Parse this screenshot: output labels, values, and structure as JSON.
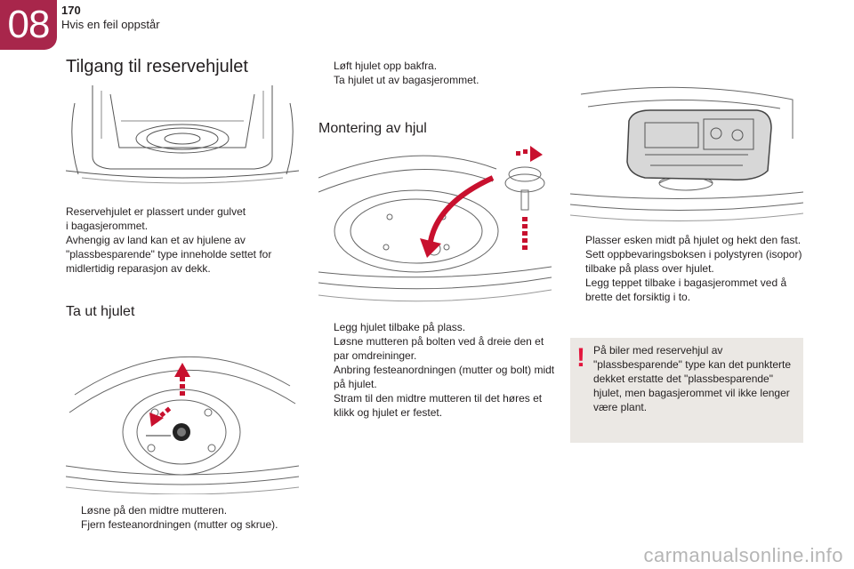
{
  "header": {
    "chapter": "08",
    "page_number": "170",
    "section": "Hvis en feil oppstår"
  },
  "main_title": "Tilgang til reservehjulet",
  "intro": {
    "lines": [
      "Reservehjulet er plassert under gulvet",
      "i bagasjerommet.",
      "Avhengig av land kan et av hjulene av",
      "\"plassbesparende\" type inneholde settet for",
      "midlertidig reparasjon av dekk."
    ]
  },
  "remove": {
    "heading": "Ta ut hjulet",
    "bullets_bottom": [
      "Løsne på den midtre mutteren.",
      "Fjern festeanordningen (mutter og skrue)."
    ],
    "bullets_top": [
      "Løft hjulet opp bakfra.",
      "Ta hjulet ut av bagasjerommet."
    ]
  },
  "mount": {
    "heading": "Montering av hjul",
    "bullets": [
      "Legg hjulet tilbake på plass.",
      "Løsne mutteren på bolten ved å dreie den et par omdreininger.",
      "Anbring festeanordningen (mutter og bolt) midt på hjulet.",
      "Stram til den midtre mutteren til det høres et klikk og hjulet er festet."
    ]
  },
  "final": {
    "bullets": [
      "Plasser esken midt på hjulet og hekt den fast.",
      "Sett oppbevaringsboksen i polystyren (isopor) tilbake på plass over hjulet.",
      "Legg teppet tilbake i bagasjerommet ved å brette det forsiktig i to."
    ]
  },
  "warning": {
    "icon_char": "!",
    "text": "På biler med reservehjul av \"plassbesparende\" type kan det punkterte dekket erstatte det \"plassbesparende\" hjulet, men bagasjerommet vil ikke lenger være plant."
  },
  "bullet_glyph": "",
  "watermark": "carmanualsonline.info",
  "colors": {
    "accent": "#a8264b",
    "arrow": "#c8102e",
    "warning": "#e3163d",
    "box_bg": "#ebe8e4"
  }
}
